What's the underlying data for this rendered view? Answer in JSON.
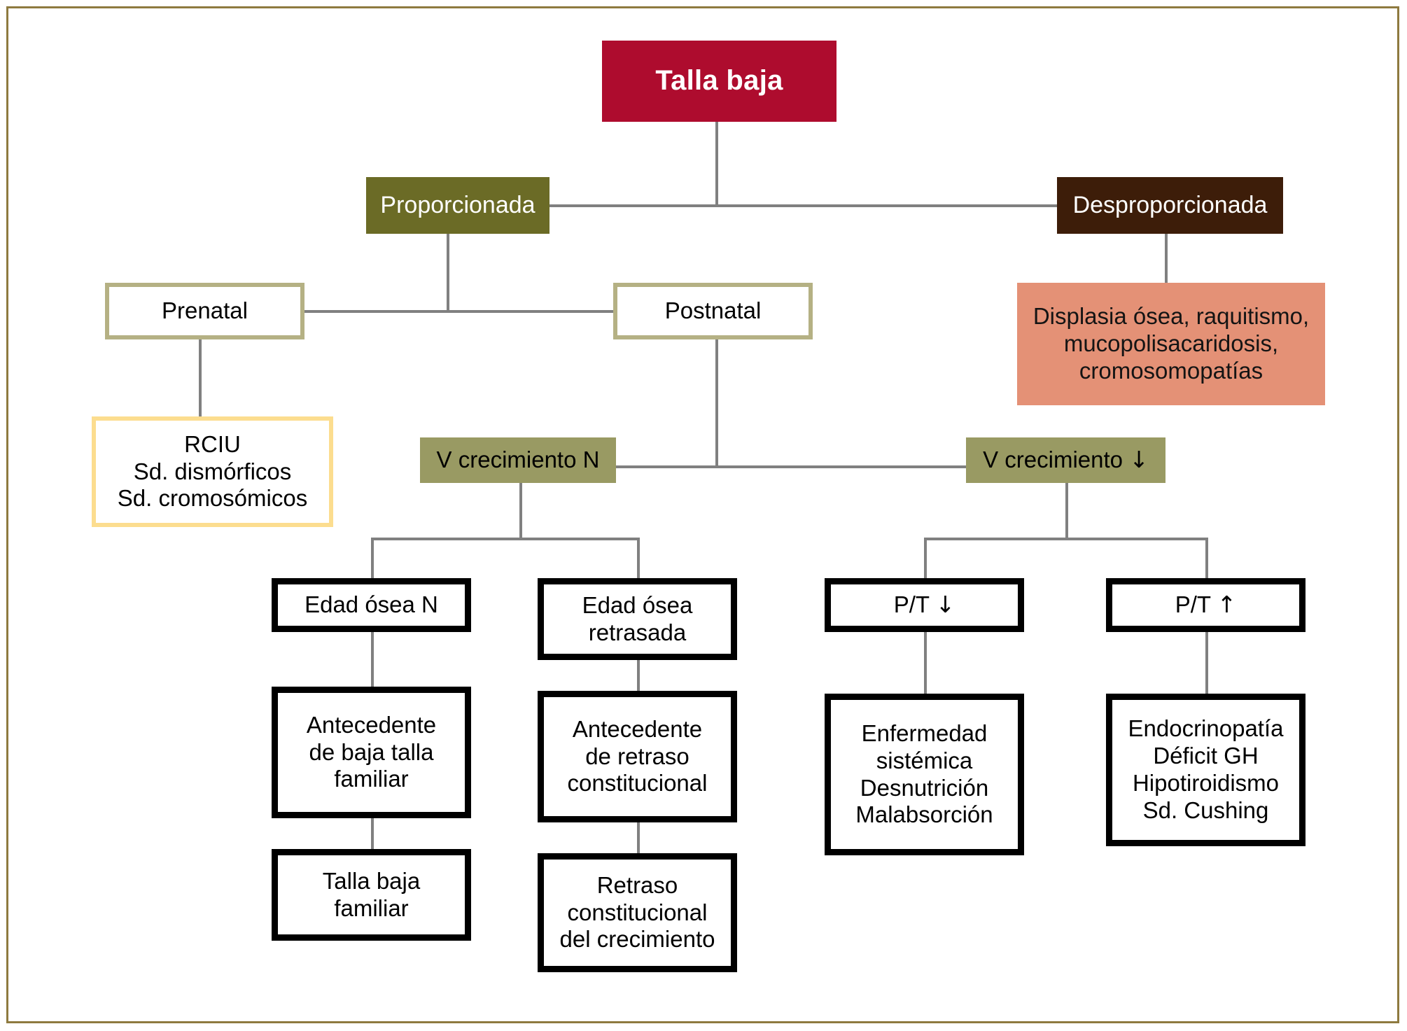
{
  "diagram": {
    "title": "Talla baja",
    "language": "es",
    "frame_color": "#8e7a3f",
    "line_color": "#808080",
    "palette": {
      "root": "#ae0c2e",
      "proporcionada": "#6b6b26",
      "desproporcionada": "#3d1d09",
      "natal_border": "#b5b184",
      "rciu_border": "#fcdd8f",
      "displasia": "#e49176",
      "v_crecimiento": "#999a63",
      "outcome_border": "#000000",
      "white": "#ffffff"
    }
  },
  "nodes": {
    "root": {
      "label": "Talla baja"
    },
    "proporcionada": {
      "label": "Proporcionada"
    },
    "desproporcionada": {
      "label": "Desproporcionada"
    },
    "prenatal": {
      "label": "Prenatal"
    },
    "postnatal": {
      "label": "Postnatal"
    },
    "displasia": {
      "label": "Displasia ósea, raquitismo, mucopolisacaridosis, cromosomopatías"
    },
    "rciu": {
      "line1": "RCIU",
      "line2": "Sd. dismórficos",
      "line3": "Sd. cromosómicos"
    },
    "v_crecimiento_n": {
      "label": "V crecimiento N"
    },
    "v_crecimiento_down": {
      "label_text": "V crecimiento",
      "arrow": "↓"
    },
    "edad_osea_n": {
      "label": "Edad ósea N"
    },
    "edad_osea_retrasada": {
      "line1": "Edad ósea",
      "line2": "retrasada"
    },
    "pt_down": {
      "label_text": "P/T",
      "arrow": "↓"
    },
    "pt_up": {
      "label_text": "P/T",
      "arrow": "↑"
    },
    "antecedente_baja_talla": {
      "line1": "Antecedente",
      "line2": "de baja talla",
      "line3": "familiar"
    },
    "antecedente_retraso": {
      "line1": "Antecedente",
      "line2": "de retraso",
      "line3": "constitucional"
    },
    "enfermedad_sistemica": {
      "line1": "Enfermedad",
      "line2": "sistémica",
      "line3": "Desnutrición",
      "line4": "Malabsorción"
    },
    "endocrinopatia": {
      "line1": "Endocrinopatía",
      "line2": "Déficit GH",
      "line3": "Hipotiroidismo",
      "line4": "Sd. Cushing"
    },
    "talla_baja_familiar": {
      "line1": "Talla baja",
      "line2": "familiar"
    },
    "retraso_constitucional": {
      "line1": "Retraso",
      "line2": "constitucional",
      "line3": "del crecimiento"
    }
  }
}
